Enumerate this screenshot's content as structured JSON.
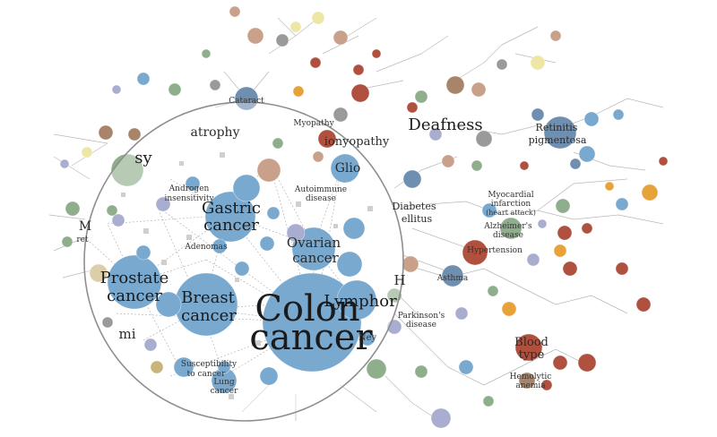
{
  "diagram": {
    "colors": {
      "blue": "#79a9cf",
      "blue_dark": "#6f8fb0",
      "red": "#b0513f",
      "green": "#8fae8c",
      "tan": "#c9a18b",
      "yellow": "#ede6a4",
      "orange": "#e8a23a",
      "brown": "#a8856a",
      "grey": "#9a9a9a",
      "lilac": "#a9aed0",
      "edge": "#b9b9b9",
      "lens_border": "#8e8e8e"
    },
    "labels": {
      "colon_line1": "Colon",
      "colon_line2": "cancer",
      "breast_line1": "Breast",
      "breast_line2": "cancer",
      "prostate_line1": "Prostate",
      "prostate_line2": "cancer",
      "gastric_line1": "Gastric",
      "gastric_line2": "cancer",
      "ovarian_line1": "Ovarian",
      "ovarian_line2": "cancer",
      "lymphoma": "Lymphor",
      "deafness": "Deafness",
      "atrophy": "atrophy",
      "cardiomyopathy": "ionyopathy",
      "glioma": "Glio",
      "diabetes_line1": "Diabetes",
      "diabetes_line2": "ellitus",
      "androgen_line1": "Androgen",
      "androgen_line2": "insensitivity",
      "autoimmune_line1": "Autoimmune",
      "autoimmune_line2": "disease",
      "adenomas": "Adenomas",
      "susceptibility_line1": "Susceptibility",
      "susceptibility_line2": "to cancer",
      "lung_line1": "Lung",
      "lung_line2": "cancer",
      "cataract": "Cataract",
      "myopathy": "Myopathy",
      "retinitis_line1": "Retinitis",
      "retinitis_line2": "pigmentosa",
      "myocardial_line1": "Myocardial",
      "myocardial_line2": "infarction",
      "myocardial_line3": "(heart attack)",
      "alzheimer_line1": "Alzheimer's",
      "alzheimer_line2": "disease",
      "hypertension": "Hypertension",
      "asthma": "Asthma",
      "parkinson_line1": "Parkinson's",
      "parkinson_line2": "disease",
      "blood_line1": "Blood",
      "blood_line2": "type",
      "hemolytic_line1": "Hemolytic",
      "hemolytic_line2": "anemia",
      "partial_sy": "sy",
      "partial_m": "M",
      "partial_ret": "ret",
      "partial_mi": "mi",
      "partial_h": "H",
      "partial_ney": "Ney"
    }
  }
}
